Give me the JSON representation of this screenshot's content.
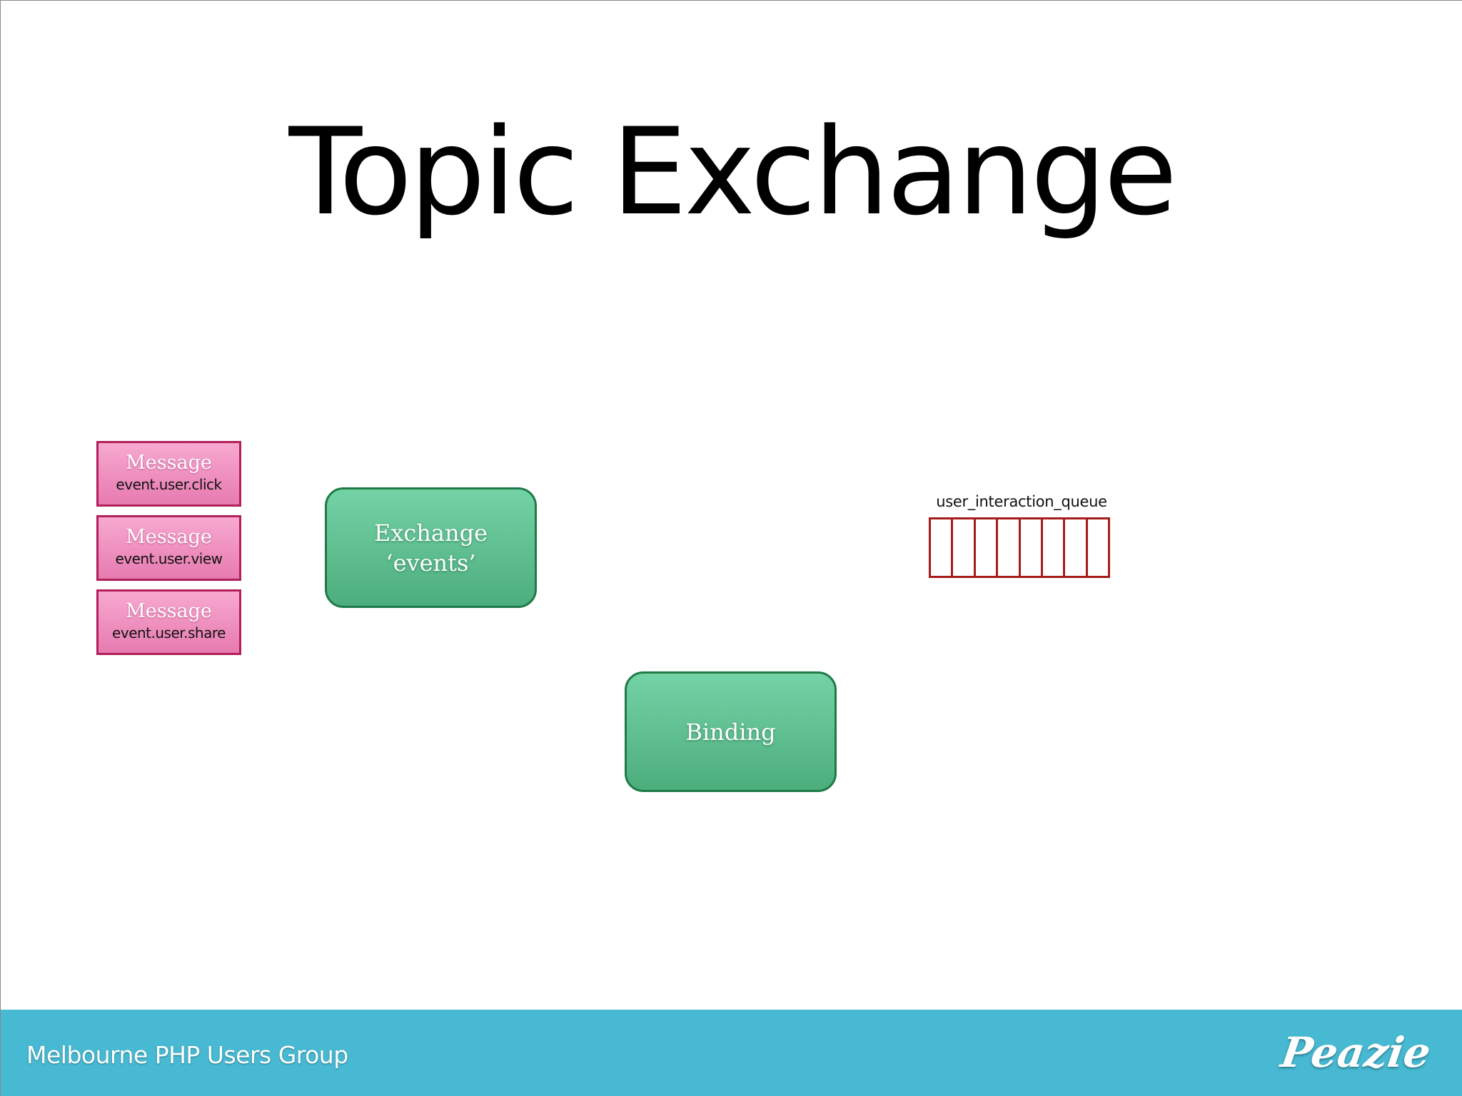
{
  "title": "Topic Exchange",
  "messages": [
    {
      "label": "Message",
      "routing_key": "event.user.click"
    },
    {
      "label": "Message",
      "routing_key": "event.user.view"
    },
    {
      "label": "Message",
      "routing_key": "event.user.share"
    }
  ],
  "exchange": {
    "line1": "Exchange",
    "line2": "‘events’"
  },
  "binding": {
    "label": "Binding"
  },
  "queue": {
    "name": "user_interaction_queue",
    "slot_count": 8
  },
  "footer": {
    "group": "Melbourne PHP Users Group",
    "logo": "Peazie"
  },
  "colors": {
    "message_border": "#b21f5a",
    "message_fill": "#ee8fbe",
    "box_border": "#1f7a48",
    "box_fill": "#5fbe90",
    "queue_border": "#a61c1c",
    "footer_bg": "#47b9d2"
  }
}
